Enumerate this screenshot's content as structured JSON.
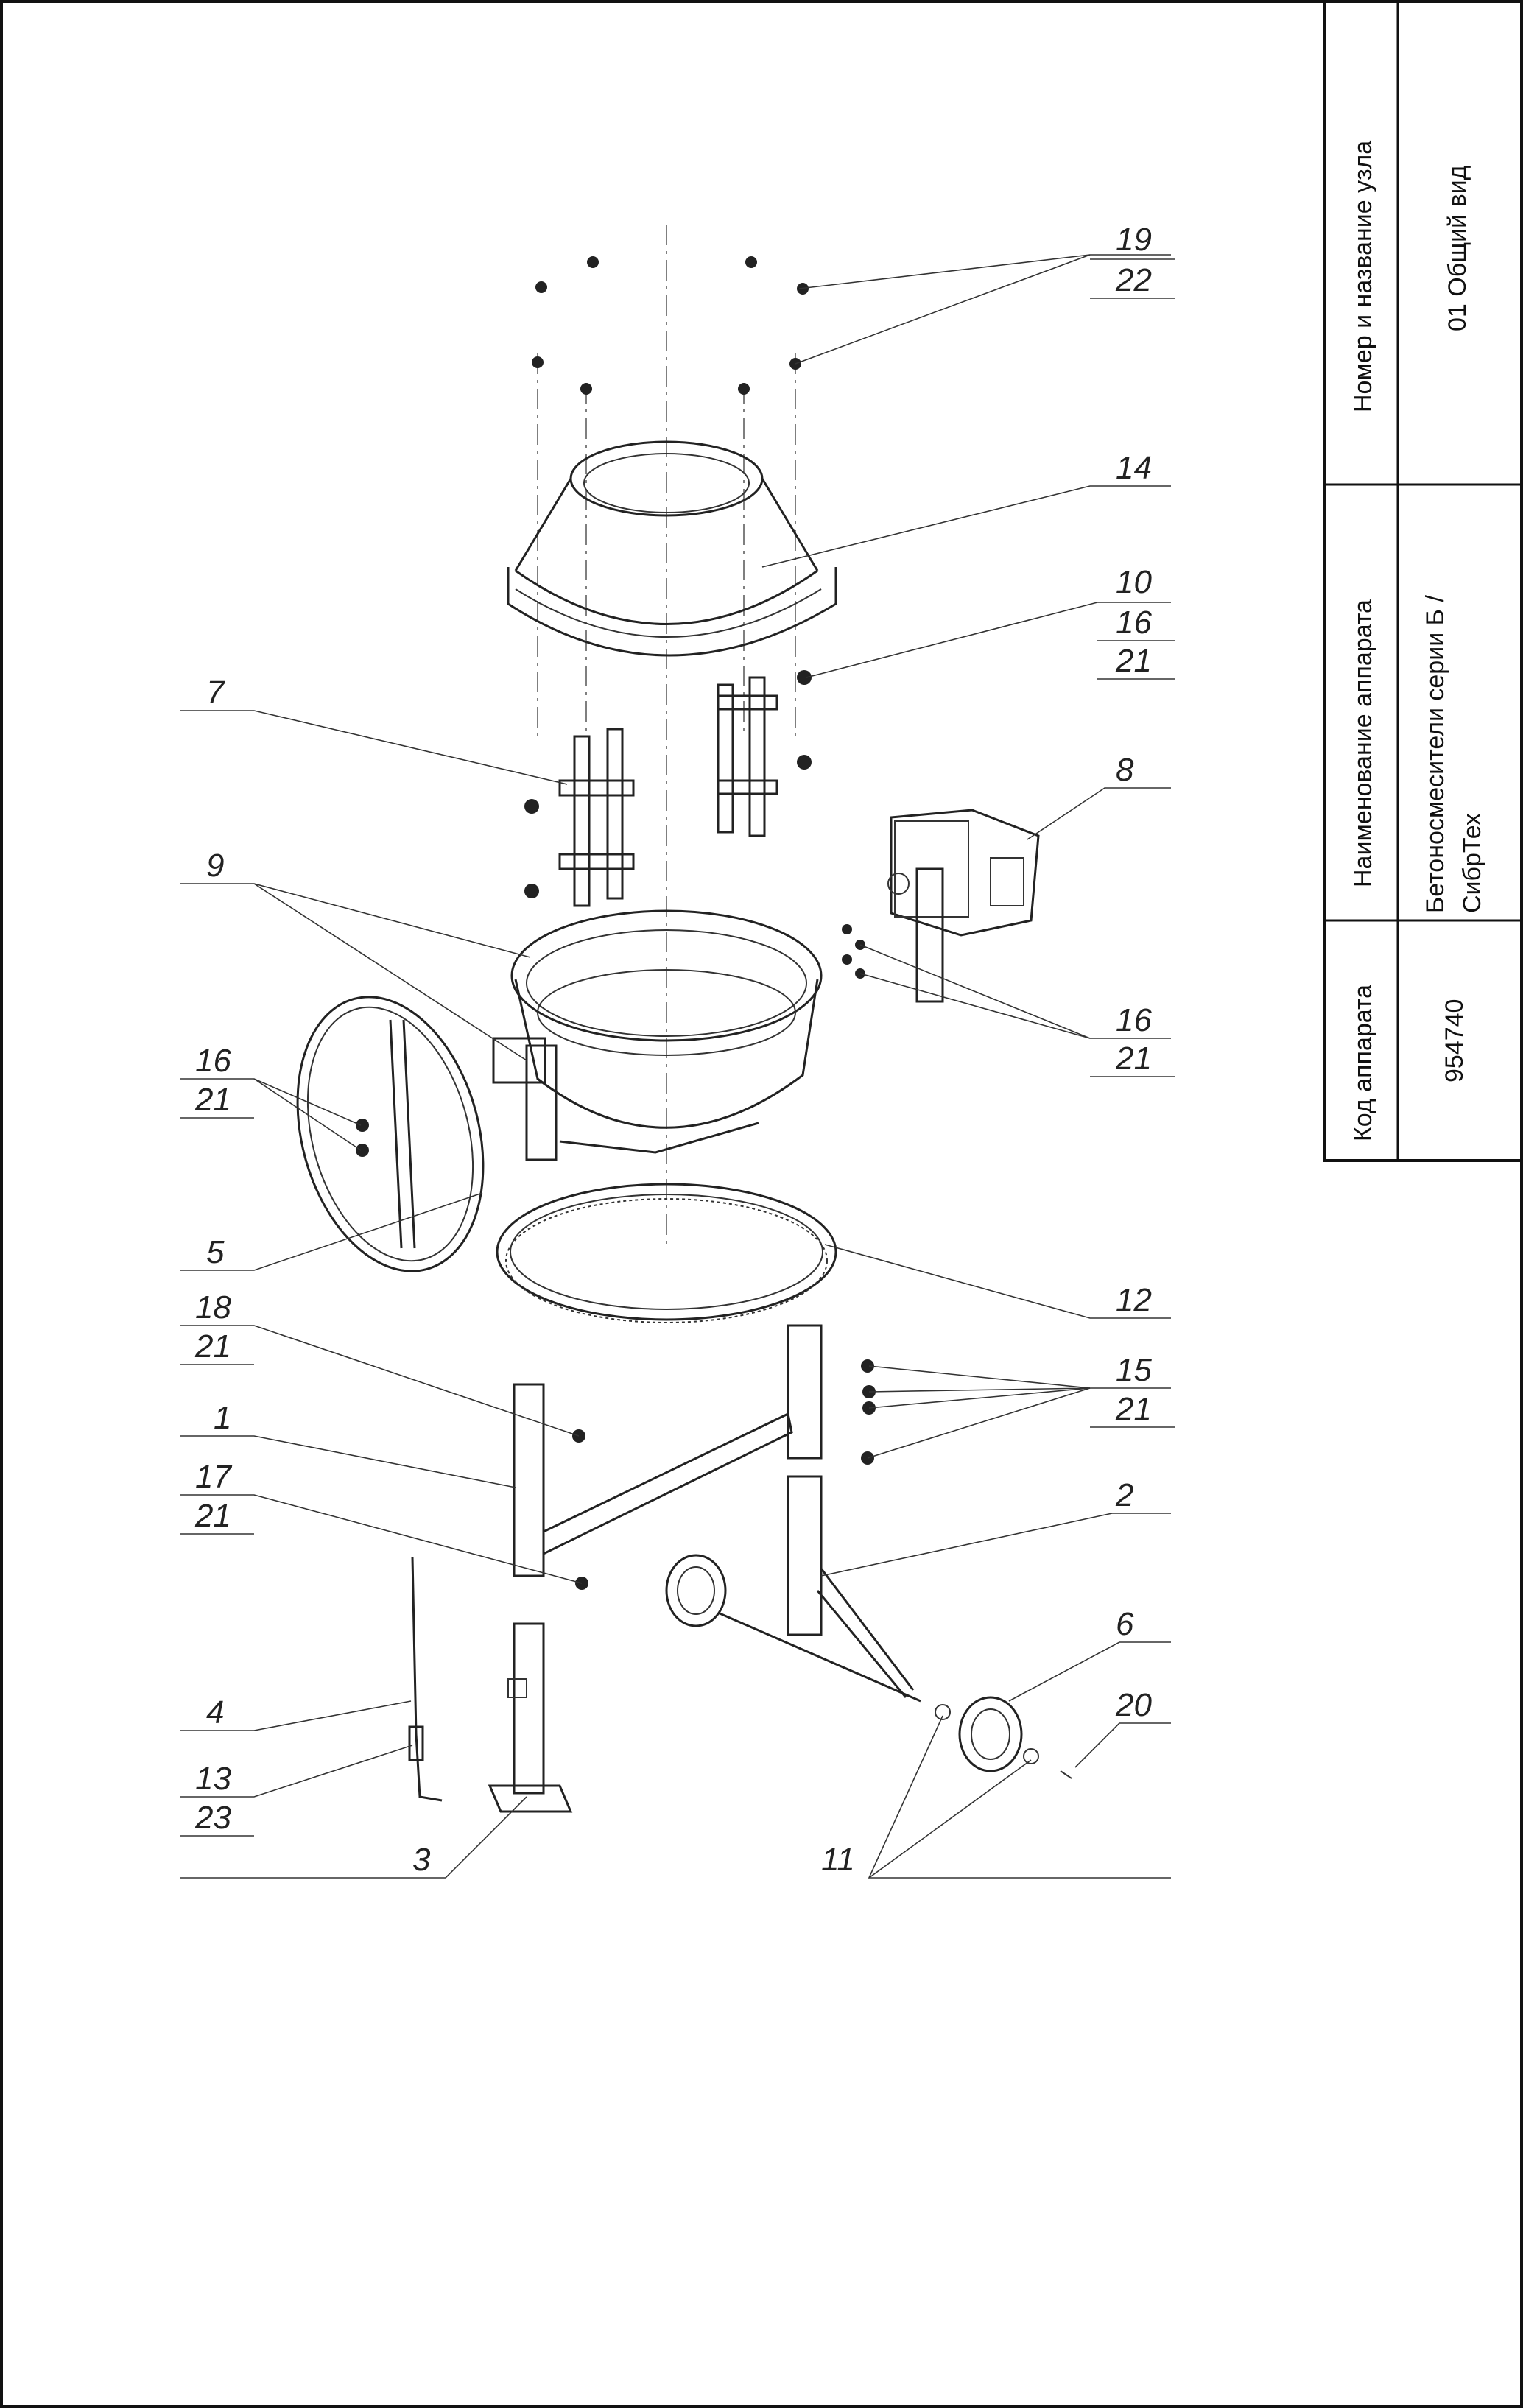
{
  "title_block": {
    "col1_header": "Код аппарата",
    "col1_value": "954740",
    "col2_header": "Наименование аппарата",
    "col2_value_line1": "Бетоносмесители серии Б /",
    "col2_value_line2": "СибрТех",
    "col3_header": "Номер и название узла",
    "col3_value": "01 Общий вид"
  },
  "callouts": {
    "c19": "19",
    "c22": "22",
    "c14": "14",
    "c10": "10",
    "c16a": "16",
    "c21a": "21",
    "c7": "7",
    "c8": "8",
    "c9": "9",
    "c16b": "16",
    "c21b": "21",
    "c16c": "16",
    "c21c": "21",
    "c5": "5",
    "c12": "12",
    "c18": "18",
    "c21d": "21",
    "c15": "15",
    "c21e": "21",
    "c1": "1",
    "c17": "17",
    "c21f": "21",
    "c2": "2",
    "c6": "6",
    "c4": "4",
    "c20": "20",
    "c13": "13",
    "c23": "23",
    "c3": "3",
    "c11": "11"
  }
}
